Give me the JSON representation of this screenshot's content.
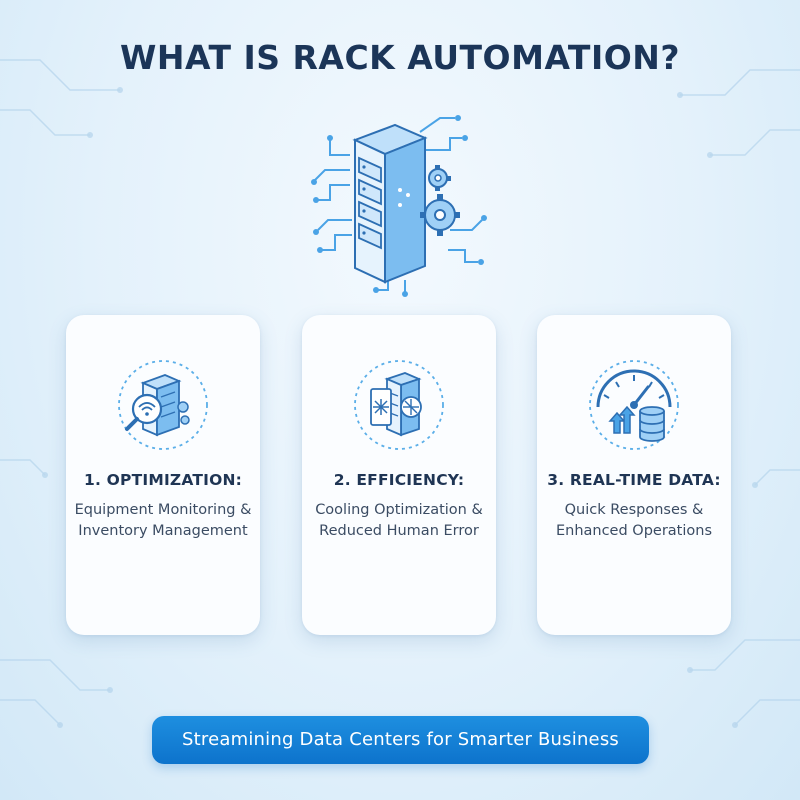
{
  "title": "WHAT IS RACK AUTOMATION?",
  "hero": {
    "icon": "server-rack-gears-icon"
  },
  "cards": [
    {
      "icon": "server-search-wifi-icon",
      "title": "1. OPTIMIZATION:",
      "description": "Equipment Monitoring & Inventory Management"
    },
    {
      "icon": "server-cooling-fan-icon",
      "title": "2. EFFICIENCY:",
      "description": "Cooling Optimization & Reduced Human Error"
    },
    {
      "icon": "gauge-database-icon",
      "title": "3. REAL-TIME DATA:",
      "description": "Quick Responses & Enhanced Operations"
    }
  ],
  "banner": {
    "label": "Streamining Data Centers for Smarter Business"
  },
  "colors": {
    "primary": "#1e8fe0",
    "title": "#1b3558",
    "icon_blue": "#3b8fd6",
    "background": "#e3f1fb"
  }
}
